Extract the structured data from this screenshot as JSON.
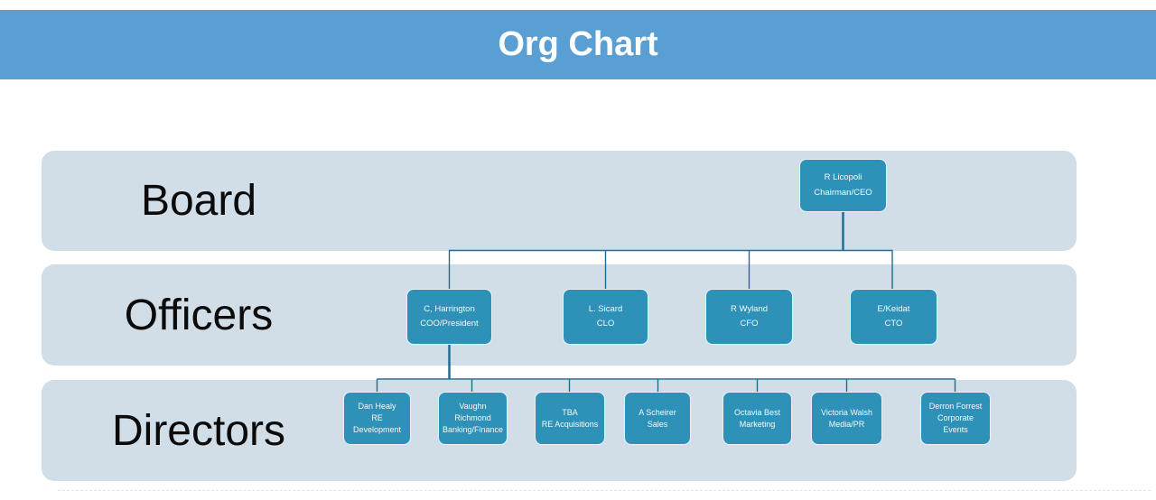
{
  "header": {
    "title": "Org Chart"
  },
  "bands": [
    {
      "id": "board",
      "label": "Board"
    },
    {
      "id": "officers",
      "label": "Officers"
    },
    {
      "id": "directors",
      "label": "Directors"
    }
  ],
  "nodes": {
    "board": [
      {
        "name": "R Licopoli",
        "title": "Chairman/CEO"
      }
    ],
    "officers": [
      {
        "name": "C, Harrington",
        "title": "COO/President"
      },
      {
        "name": "L. Sicard",
        "title": "CLO"
      },
      {
        "name": "R Wyland",
        "title": "CFO"
      },
      {
        "name": "E/Keidat",
        "title": "CTO"
      }
    ],
    "directors": [
      {
        "name": "Dan Healy",
        "title": "RE Development"
      },
      {
        "name": "Vaughn Richmond",
        "title": "Banking/Finance"
      },
      {
        "name": "TBA",
        "title": "RE Acquisitions"
      },
      {
        "name": "A Scheirer",
        "title": "Sales"
      },
      {
        "name": "Octavia Best",
        "title": "Marketing"
      },
      {
        "name": "Victoria Walsh",
        "title": "Media/PR"
      },
      {
        "name": "Derron Forrest",
        "title": "Corporate Events"
      }
    ]
  },
  "colors": {
    "header_bar": "#599fd3",
    "band_background": "#d2dee7",
    "node_fill": "#2e92b8",
    "node_border": "#eaf2f8",
    "connector_line": "#1e6d92",
    "node_text": "#f4fafc",
    "band_label_text": "#0b0b0b",
    "header_text": "#ffffff"
  }
}
